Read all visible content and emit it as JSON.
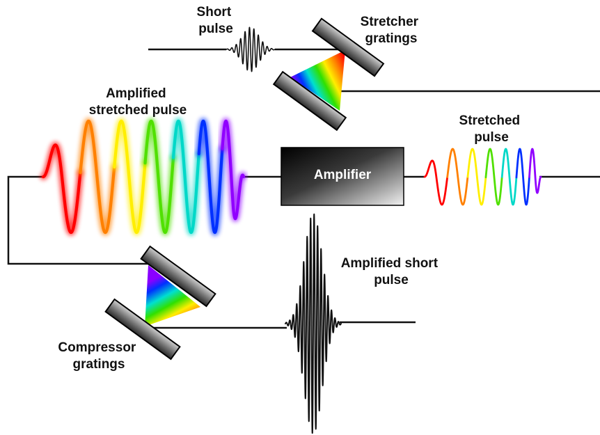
{
  "labels": {
    "short_pulse": [
      "Short",
      "pulse"
    ],
    "stretcher_gratings": [
      "Stretcher",
      "gratings"
    ],
    "amplified_stretched_pulse": [
      "Amplified",
      "stretched pulse"
    ],
    "stretched_pulse": [
      "Stretched",
      "pulse"
    ],
    "amplifier": "Amplifier",
    "amplified_short_pulse": [
      "Amplified short",
      "pulse"
    ],
    "compressor_gratings": [
      "Compressor",
      "gratings"
    ]
  },
  "colors": {
    "spectrum": [
      "#ff0000",
      "#ff8000",
      "#ffee00",
      "#50e000",
      "#00d8c8",
      "#0030ff",
      "#9000ff"
    ]
  }
}
